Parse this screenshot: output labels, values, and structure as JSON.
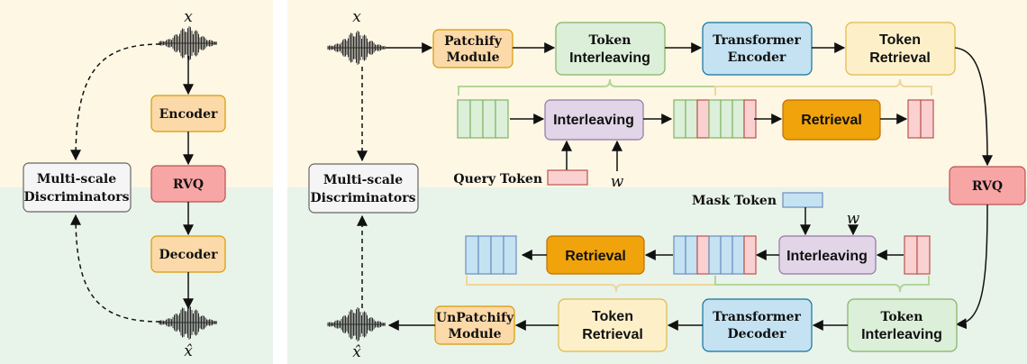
{
  "colors": {
    "bg_top": "#fdf7e4",
    "bg_bottom": "#e8f3ea",
    "orange_fill": "#fcd9a8",
    "orange_stroke": "#d79b00",
    "green_fill": "#dcefd9",
    "green_stroke": "#82b366",
    "blue_fill": "#c4e2f2",
    "blue_stroke": "#10739e",
    "yellow_fill": "#fdf0c9",
    "yellow_stroke": "#e0b94a",
    "red_fill": "#f8a5a5",
    "red_stroke": "#b85450",
    "gray_fill": "#f5f5f5",
    "gray_stroke": "#666666",
    "purple_fill": "#e1d5e7",
    "purple_stroke": "#9673a6",
    "retrieval_fill": "#f0a30a",
    "retrieval_stroke": "#bd7000"
  },
  "left": {
    "input_symbol": "x",
    "output_symbol": "x̂",
    "encoder": "Encoder",
    "rvq": "RVQ",
    "decoder": "Decoder",
    "discriminators": [
      "Multi-scale",
      "Discriminators"
    ]
  },
  "right": {
    "input_symbol": "x",
    "output_symbol": "x̂",
    "patchify": [
      "Patchify",
      "Module"
    ],
    "token_interleaving_top": [
      "Token",
      "Interleaving"
    ],
    "transformer_encoder": [
      "Transformer",
      "Encoder"
    ],
    "token_retrieval_top": [
      "Token",
      "Retrieval"
    ],
    "interleaving_top": "Interleaving",
    "retrieval_top": "Retrieval",
    "query_token": "Query Token",
    "w_top": "w",
    "rvq": "RVQ",
    "discriminators": [
      "Multi-scale",
      "Discriminators"
    ],
    "mask_token": "Mask Token",
    "w_bottom": "w",
    "interleaving_bottom": "Interleaving",
    "retrieval_bottom": "Retrieval",
    "unpatchify": [
      "UnPatchify",
      "Module"
    ],
    "token_retrieval_bottom": [
      "Token",
      "Retrieval"
    ],
    "transformer_decoder": [
      "Transformer",
      "Decoder"
    ],
    "token_interleaving_bottom": [
      "Token",
      "Interleaving"
    ]
  }
}
